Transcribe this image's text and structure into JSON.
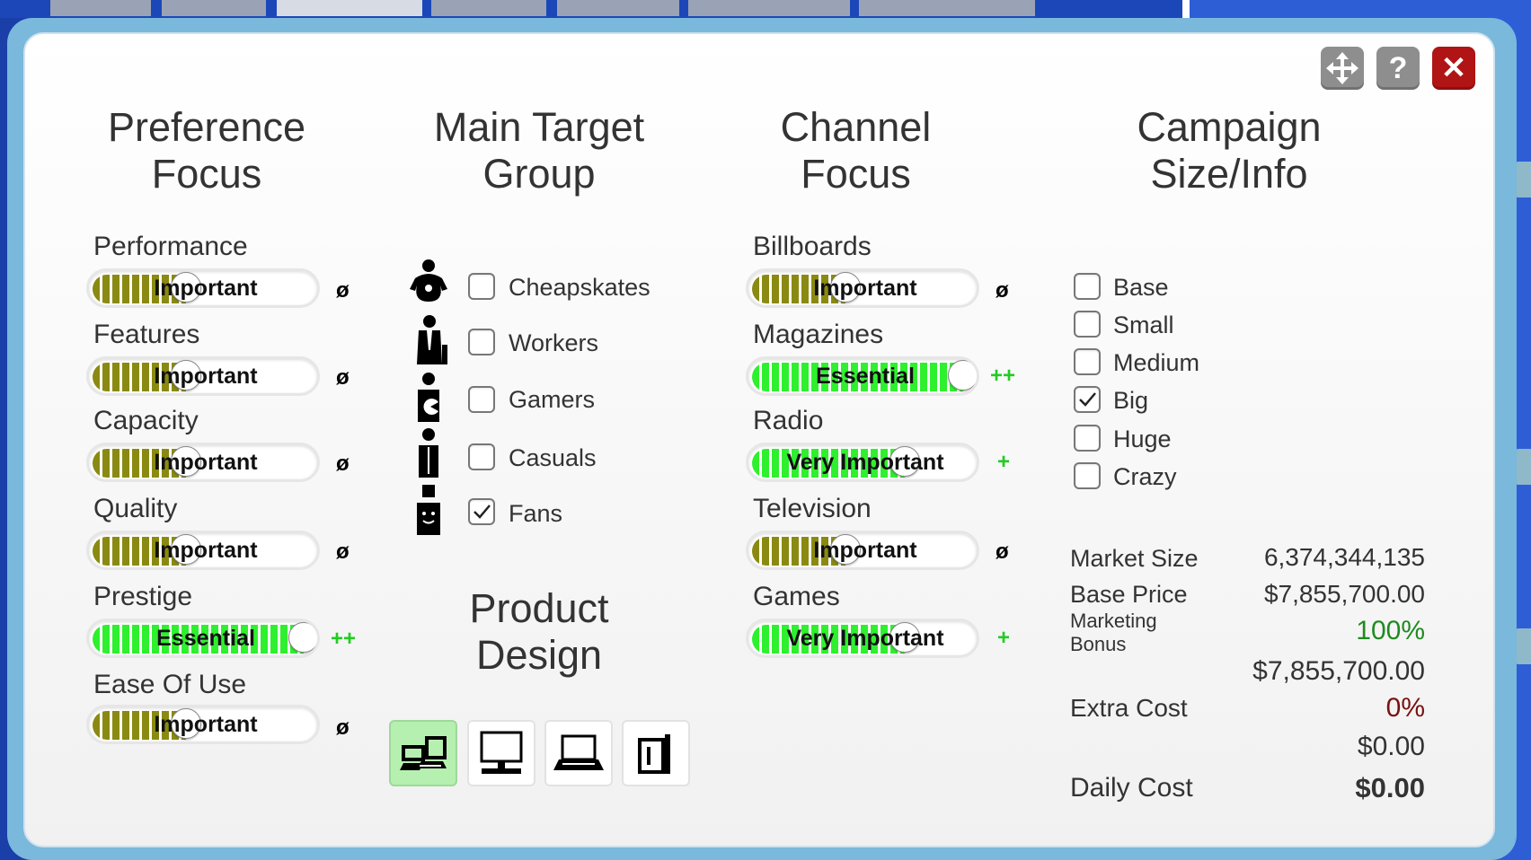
{
  "colors": {
    "olive": "#8a8a12",
    "green": "#2ef02e",
    "plus": "#22cc22",
    "bonus": "#1f8a1f",
    "extra": "#7a1010"
  },
  "icons": {
    "move": "move-arrows-icon",
    "help": "question-mark-icon",
    "close": "close-x-icon"
  },
  "controls": {
    "help_label": "?",
    "close_label": "✕"
  },
  "headings": {
    "preference": [
      "Preference",
      "Focus"
    ],
    "target": [
      "Main Target",
      "Group"
    ],
    "channel": [
      "Channel",
      "Focus"
    ],
    "campaign": [
      "Campaign",
      "Size/Info"
    ],
    "product": [
      "Product",
      "Design"
    ]
  },
  "preferences": [
    {
      "label": "Performance",
      "value": "Important",
      "level": 0.4,
      "symbol": "ø"
    },
    {
      "label": "Features",
      "value": "Important",
      "level": 0.4,
      "symbol": "ø"
    },
    {
      "label": "Capacity",
      "value": "Important",
      "level": 0.4,
      "symbol": "ø"
    },
    {
      "label": "Quality",
      "value": "Important",
      "level": 0.4,
      "symbol": "ø"
    },
    {
      "label": "Prestige",
      "value": "Essential",
      "level": 1.0,
      "symbol": "++"
    },
    {
      "label": "Ease Of Use",
      "value": "Important",
      "level": 0.4,
      "symbol": "ø"
    }
  ],
  "target_groups": [
    {
      "label": "Cheapskates",
      "checked": false,
      "icon": "cheapskate-person-icon"
    },
    {
      "label": "Workers",
      "checked": false,
      "icon": "worker-person-icon"
    },
    {
      "label": "Gamers",
      "checked": false,
      "icon": "gamer-person-icon"
    },
    {
      "label": "Casuals",
      "checked": false,
      "icon": "casual-person-icon"
    },
    {
      "label": "Fans",
      "checked": true,
      "icon": "fan-person-icon"
    }
  ],
  "channels": [
    {
      "label": "Billboards",
      "value": "Important",
      "level": 0.4,
      "symbol": "ø"
    },
    {
      "label": "Magazines",
      "value": "Essential",
      "level": 1.0,
      "symbol": "++"
    },
    {
      "label": "Radio",
      "value": "Very Important",
      "level": 0.7,
      "symbol": "+"
    },
    {
      "label": "Television",
      "value": "Important",
      "level": 0.4,
      "symbol": "ø"
    },
    {
      "label": "Games",
      "value": "Very Important",
      "level": 0.7,
      "symbol": "+"
    }
  ],
  "sizes": [
    {
      "label": "Base",
      "checked": false
    },
    {
      "label": "Small",
      "checked": false
    },
    {
      "label": "Medium",
      "checked": false
    },
    {
      "label": "Big",
      "checked": true
    },
    {
      "label": "Huge",
      "checked": false
    },
    {
      "label": "Crazy",
      "checked": false
    }
  ],
  "product_designs": [
    {
      "icon": "all-devices-icon",
      "selected": true
    },
    {
      "icon": "desktop-computer-icon",
      "selected": false
    },
    {
      "icon": "laptop-icon",
      "selected": false
    },
    {
      "icon": "tablet-phone-icon",
      "selected": false
    }
  ],
  "info": {
    "market_size_label": "Market Size",
    "market_size": "6,374,344,135",
    "base_price_label": "Base Price",
    "base_price": "$7,855,700.00",
    "bonus_label_1": "Marketing",
    "bonus_label_2": "Bonus",
    "bonus_pct": "100%",
    "bonus_value": "$7,855,700.00",
    "extra_cost_label": "Extra Cost",
    "extra_cost_pct": "0%",
    "extra_cost_value": "$0.00",
    "daily_cost_label": "Daily Cost",
    "daily_cost": "$0.00"
  }
}
